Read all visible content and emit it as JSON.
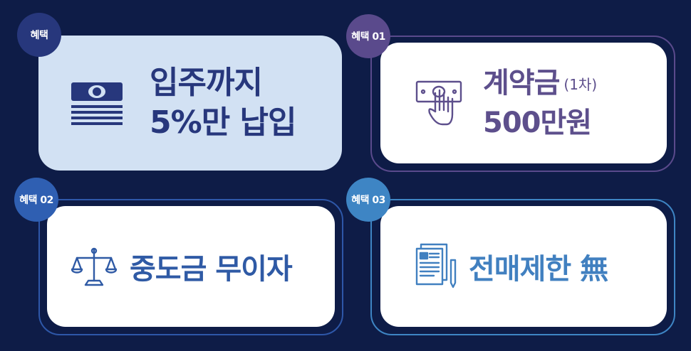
{
  "benefits": [
    {
      "badge": "혜택",
      "line1": "입주까지",
      "line2": "5%만 납입",
      "icon": "cash-stack-icon"
    },
    {
      "badge": "혜택 01",
      "line1": "계약금",
      "note": "(1차)",
      "line2": "500만원",
      "icon": "hand-cash-icon"
    },
    {
      "badge": "혜택 02",
      "line1": "중도금 무이자",
      "icon": "balance-scale-icon"
    },
    {
      "badge": "혜택 03",
      "line1": "전매제한 無",
      "icon": "document-pen-icon"
    }
  ],
  "colors": {
    "background": "#0e1c47",
    "benefit_main": "#27377c",
    "benefit_01": "#5a4a8c",
    "benefit_02": "#2f5fb2",
    "benefit_03": "#3e85c4"
  }
}
